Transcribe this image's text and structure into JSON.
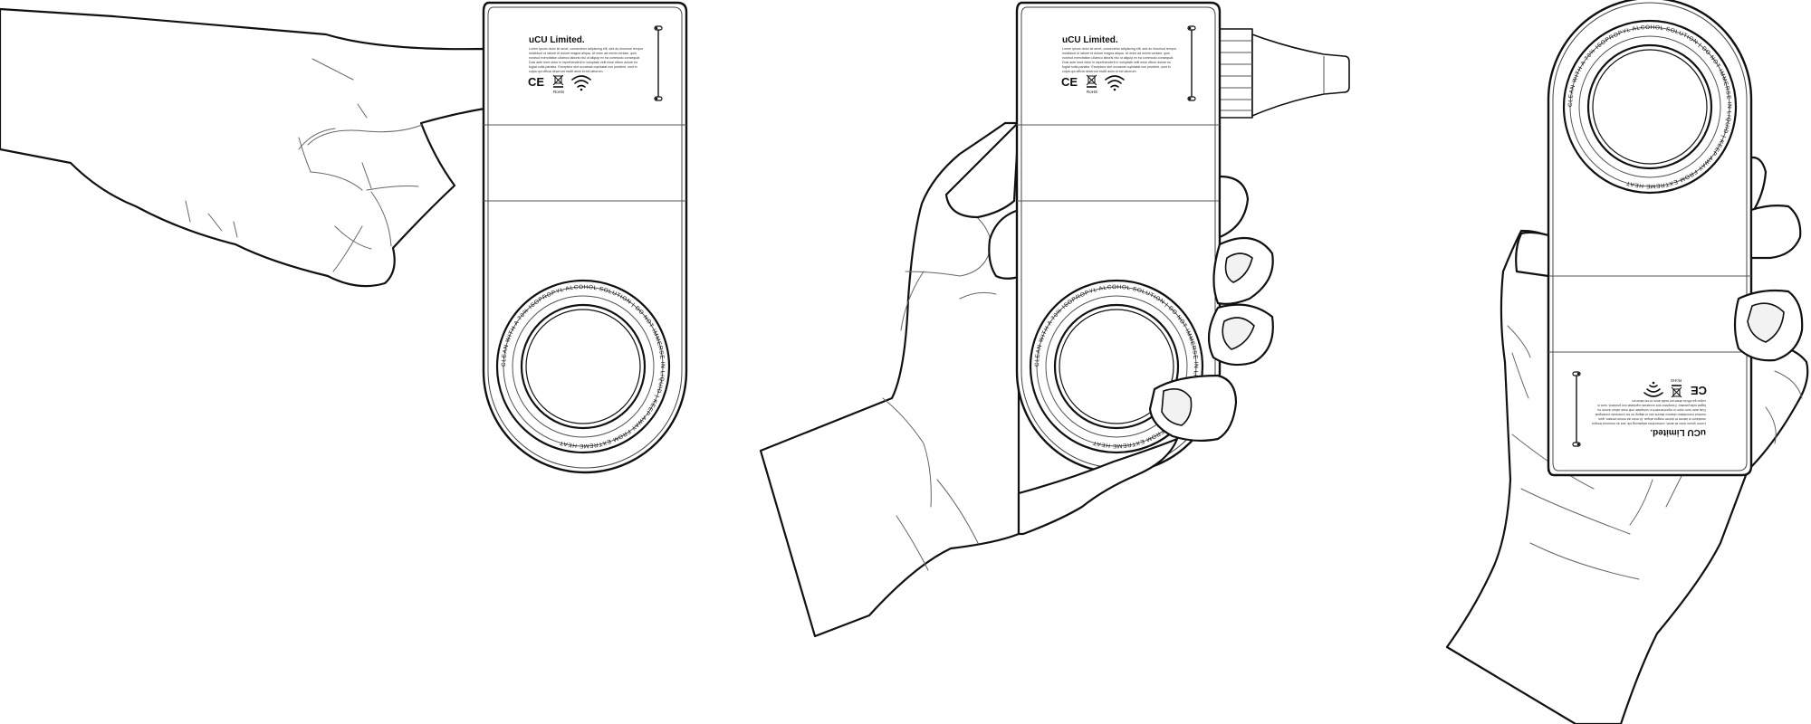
{
  "device": {
    "brand": "uCU Limited.",
    "body_text": [
      "Lorem ipsum dolor sit amet, consectetur adipiscing elit, sed do eiusmod tempor",
      "incididunt ut labore et dolore magna aliqua. Ut enim ad minim veniam, quis",
      "nostrud exercitation ullamco laboris nisi ut aliquip ex ea commodo consequat.",
      "Duis aute irure dolor in reprehenderit in voluptate velit esse cillum dolore eu",
      "fugiat nulla pariatur. Excepteur sint occaecat cupidatat non proident, sunt in",
      "culpa qui officia deserunt mollit anim id est laborum."
    ],
    "ce_mark": "CE",
    "rohs_label": "RoHS",
    "ring_text": "CLEAN WITH A 70% ISOPROPYL ALCOHOL SOLUTION | DO NOT IMMERSE IN LIQUID | KEEP AWAY FROM EXTREME HEAT",
    "icons": [
      "ce-mark",
      "weee-bin-icon",
      "wifi-icon"
    ]
  }
}
